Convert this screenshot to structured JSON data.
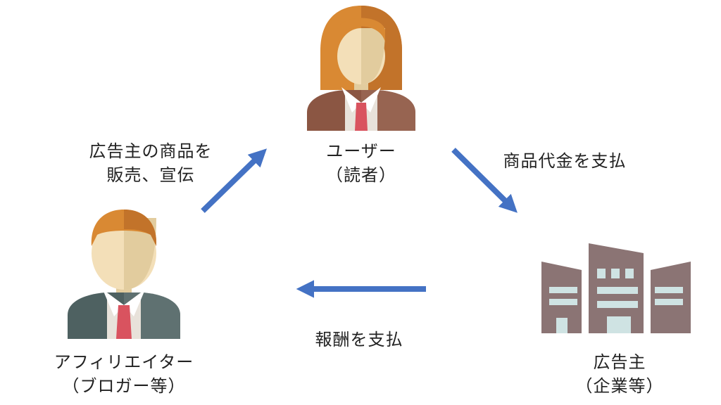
{
  "nodes": {
    "user": {
      "line1": "ユーザー",
      "line2": "（読者）"
    },
    "affiliate": {
      "line1": "アフィリエイター",
      "line2": "（ブロガー等）"
    },
    "advertiser": {
      "line1": "広告主",
      "line2": "（企業等）"
    }
  },
  "edges": {
    "affiliate_to_user": {
      "line1": "広告主の商品を",
      "line2": "販売、宣伝"
    },
    "user_to_advertiser": {
      "line1": "商品代金を支払"
    },
    "advertiser_to_affiliate": {
      "line1": "報酬を支払"
    }
  },
  "colors": {
    "arrow": "#4472c4",
    "hair": "#d98933",
    "hair_shade": "#c2732a",
    "skin": "#f3dfb8",
    "skin_shade": "#e2cc9e",
    "collar": "#e8e2da",
    "tie": "#d9535f",
    "suit_user": "#8b5643",
    "suit_user_shade": "#a06e5c",
    "suit_affiliate": "#4e6161",
    "suit_affiliate_shade": "#6b7b7b",
    "building": "#8b7474",
    "building_shade": "#7a6464",
    "window": "#cfe3e3"
  }
}
